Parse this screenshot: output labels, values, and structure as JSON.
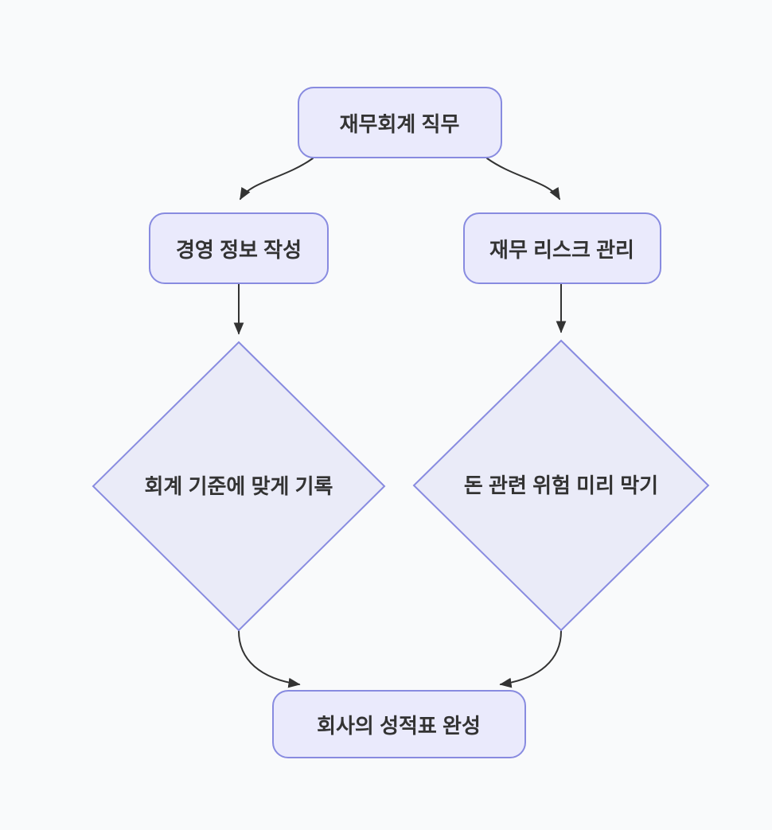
{
  "diagram": {
    "type": "flowchart",
    "direction": "top-down",
    "colors": {
      "background": "#f9fafb",
      "node_fill": "#eaeafc",
      "node_border": "#888be0",
      "diamond_fill": "#eaebf8",
      "edge_color": "#333333",
      "text_color": "#333333"
    },
    "nodes": {
      "root": {
        "label": "재무회계 직무",
        "shape": "rounded-rectangle"
      },
      "left_branch": {
        "label": "경영 정보 작성",
        "shape": "rounded-rectangle"
      },
      "right_branch": {
        "label": "재무 리스크 관리",
        "shape": "rounded-rectangle"
      },
      "left_decision": {
        "label": "회계 기준에 맞게 기록",
        "shape": "diamond"
      },
      "right_decision": {
        "label": "돈 관련 위험 미리 막기",
        "shape": "diamond"
      },
      "result": {
        "label": "회사의 성적표 완성",
        "shape": "rounded-rectangle"
      }
    },
    "edges": [
      {
        "from": "root",
        "to": "left_branch"
      },
      {
        "from": "root",
        "to": "right_branch"
      },
      {
        "from": "left_branch",
        "to": "left_decision"
      },
      {
        "from": "right_branch",
        "to": "right_decision"
      },
      {
        "from": "left_decision",
        "to": "result"
      },
      {
        "from": "right_decision",
        "to": "result"
      }
    ]
  }
}
